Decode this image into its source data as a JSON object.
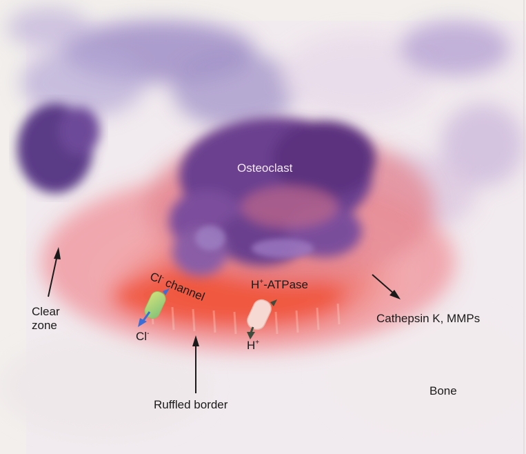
{
  "labels": {
    "osteoclast": "Osteoclast",
    "clear_zone_line1": "Clear",
    "clear_zone_line2": "zone",
    "ruffled_border": "Ruffled border",
    "bone": "Bone",
    "cathepsin": "Cathepsin K, MMPs",
    "h_atpase_sup": "+",
    "h_atpase_rest": "-ATPase",
    "h_atpase_H": "H",
    "h_ion_H": "H",
    "h_ion_sup": "+",
    "cl_ion_base": "Cl",
    "cl_ion_sup": "-",
    "cl_channel_base": "Cl",
    "cl_channel_sup": "-",
    "cl_channel_rest": " channel"
  },
  "colors": {
    "nucleus": "#6a3f8f",
    "cytoplasm": "#e07a86",
    "ruffled_zone": "#f05a3c",
    "bone_background": "#efe8ea",
    "cl_channel": "#a8d26a",
    "proton_pump": "#f6d2cf",
    "arrow": "#1a1a1a",
    "ion_arrow": "#3a6fd8"
  }
}
